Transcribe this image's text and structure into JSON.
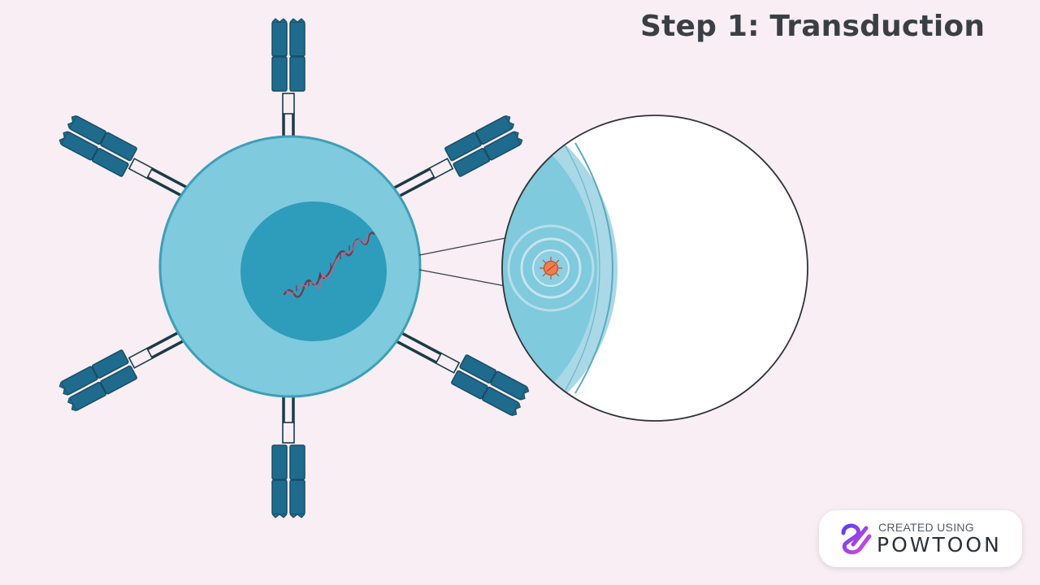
{
  "title": "Step 1: Transduction",
  "badge": {
    "line1": "CREATED USING",
    "line2": "POWTOON"
  },
  "colors": {
    "background": "#f8eef4",
    "cell_fill": "#7fcadc",
    "cell_stroke": "#3d9fb9",
    "nucleus": "#2e9cbb",
    "receptor": "#1f6b8e",
    "receptor_dark": "#174e66",
    "dna": "#8b4b63",
    "virus": "#f07d50",
    "title_text": "#3a3f44",
    "logo_gradient_start": "#5d3df0",
    "logo_gradient_end": "#e04bd8"
  }
}
